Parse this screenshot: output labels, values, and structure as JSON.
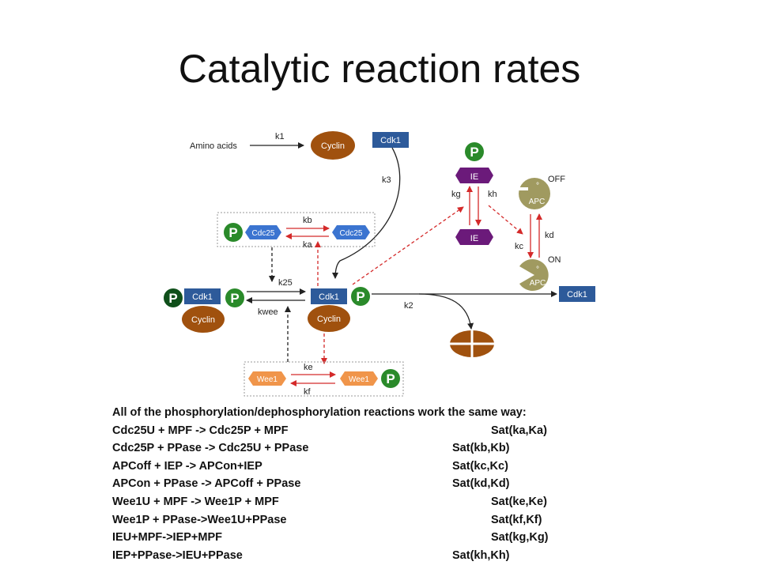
{
  "title": "Catalytic reaction rates",
  "colors": {
    "cdk1": "#2d5a9a",
    "cyclin": "#a0510e",
    "phospho": "#2a8a2a",
    "phospho_dark": "#0f4f1a",
    "cdc25": "#3b74d0",
    "wee1": "#f0954a",
    "ie": "#6b1a7a",
    "apc": "#a09a60",
    "red_arrow": "#d42a2a"
  },
  "diagram": {
    "amino_acids": "Amino acids",
    "k1": "k1",
    "k2": "k2",
    "k3": "k3",
    "k25": "k25",
    "kwee": "kwee",
    "ka": "ka",
    "kb": "kb",
    "kc": "kc",
    "kd": "kd",
    "ke": "ke",
    "kf": "kf",
    "kg": "kg",
    "kh": "kh",
    "cyclin": "Cyclin",
    "cdk1": "Cdk1",
    "p": "P",
    "cdc25": "Cdc25",
    "wee1": "Wee1",
    "ie": "IE",
    "apc": "APC",
    "apc_dot": "°",
    "off": "OFF",
    "on": "ON"
  },
  "reactions": {
    "header": "All of the phosphorylation/dephosphorylation reactions work the same way:",
    "rows": [
      {
        "reaction": "Cdc25U + MPF -> Cdc25P + MPF",
        "rate": "Sat(ka,Ka)"
      },
      {
        "reaction": "Cdc25P + PPase  -> Cdc25U + PPase",
        "rate": "Sat(kb,Kb)"
      },
      {
        "reaction": "APCoff + IEP -> APCon+IEP",
        "rate": "Sat(kc,Kc)"
      },
      {
        "reaction": "APCon + PPase -> APCoff + PPase",
        "rate": "Sat(kd,Kd)"
      },
      {
        "reaction": "Wee1U + MPF -> Wee1P + MPF",
        "rate": "Sat(ke,Ke)"
      },
      {
        "reaction": "Wee1P + PPase->Wee1U+PPase",
        "rate": "Sat(kf,Kf)"
      },
      {
        "reaction": "IEU+MPF->IEP+MPF",
        "rate": "Sat(kg,Kg)"
      },
      {
        "reaction": "IEP+PPase->IEU+PPase",
        "rate": "Sat(kh,Kh)"
      }
    ]
  }
}
